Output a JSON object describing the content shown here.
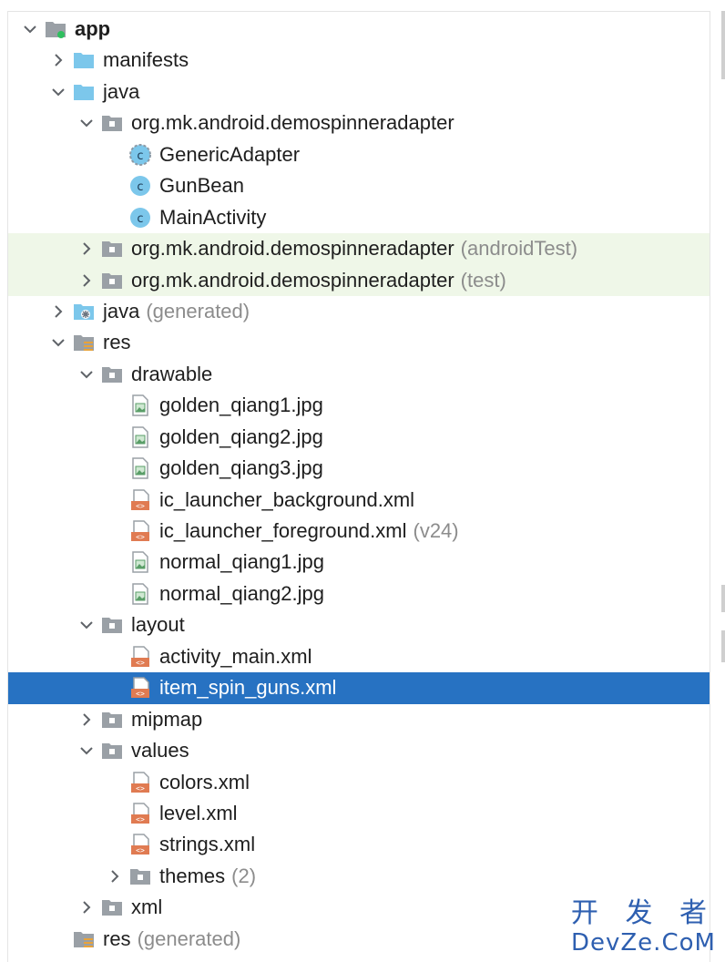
{
  "tree": {
    "rows": [
      {
        "label": "app",
        "hint": "",
        "depth": 0,
        "chevron": "down",
        "icon": "module-folder-icon",
        "bold": true
      },
      {
        "label": "manifests",
        "hint": "",
        "depth": 1,
        "chevron": "right",
        "icon": "blue-folder-icon"
      },
      {
        "label": "java",
        "hint": "",
        "depth": 1,
        "chevron": "down",
        "icon": "blue-folder-icon"
      },
      {
        "label": "org.mk.android.demospinneradapter",
        "hint": "",
        "depth": 2,
        "chevron": "down",
        "icon": "package-icon"
      },
      {
        "label": "GenericAdapter",
        "hint": "",
        "depth": 3,
        "chevron": "none",
        "icon": "abstract-class-icon"
      },
      {
        "label": "GunBean",
        "hint": "",
        "depth": 3,
        "chevron": "none",
        "icon": "class-icon"
      },
      {
        "label": "MainActivity",
        "hint": "",
        "depth": 3,
        "chevron": "none",
        "icon": "class-icon"
      },
      {
        "label": "org.mk.android.demospinneradapter",
        "hint": "(androidTest)",
        "depth": 2,
        "chevron": "right",
        "icon": "package-icon",
        "highlight": true
      },
      {
        "label": "org.mk.android.demospinneradapter",
        "hint": "(test)",
        "depth": 2,
        "chevron": "right",
        "icon": "package-icon",
        "highlight": true
      },
      {
        "label": "java",
        "hint": "(generated)",
        "depth": 1,
        "chevron": "right",
        "icon": "generated-folder-icon"
      },
      {
        "label": "res",
        "hint": "",
        "depth": 1,
        "chevron": "down",
        "icon": "resources-folder-icon"
      },
      {
        "label": "drawable",
        "hint": "",
        "depth": 2,
        "chevron": "down",
        "icon": "package-icon"
      },
      {
        "label": "golden_qiang1.jpg",
        "hint": "",
        "depth": 3,
        "chevron": "none",
        "icon": "image-file-icon"
      },
      {
        "label": "golden_qiang2.jpg",
        "hint": "",
        "depth": 3,
        "chevron": "none",
        "icon": "image-file-icon"
      },
      {
        "label": "golden_qiang3.jpg",
        "hint": "",
        "depth": 3,
        "chevron": "none",
        "icon": "image-file-icon"
      },
      {
        "label": "ic_launcher_background.xml",
        "hint": "",
        "depth": 3,
        "chevron": "none",
        "icon": "xml-file-icon"
      },
      {
        "label": "ic_launcher_foreground.xml",
        "hint": "(v24)",
        "depth": 3,
        "chevron": "none",
        "icon": "xml-file-icon"
      },
      {
        "label": "normal_qiang1.jpg",
        "hint": "",
        "depth": 3,
        "chevron": "none",
        "icon": "image-file-icon"
      },
      {
        "label": "normal_qiang2.jpg",
        "hint": "",
        "depth": 3,
        "chevron": "none",
        "icon": "image-file-icon"
      },
      {
        "label": "layout",
        "hint": "",
        "depth": 2,
        "chevron": "down",
        "icon": "package-icon"
      },
      {
        "label": "activity_main.xml",
        "hint": "",
        "depth": 3,
        "chevron": "none",
        "icon": "xml-file-icon"
      },
      {
        "label": "item_spin_guns.xml",
        "hint": "",
        "depth": 3,
        "chevron": "none",
        "icon": "xml-file-icon",
        "selected": true
      },
      {
        "label": "mipmap",
        "hint": "",
        "depth": 2,
        "chevron": "right",
        "icon": "package-icon"
      },
      {
        "label": "values",
        "hint": "",
        "depth": 2,
        "chevron": "down",
        "icon": "package-icon"
      },
      {
        "label": "colors.xml",
        "hint": "",
        "depth": 3,
        "chevron": "none",
        "icon": "xml-file-icon"
      },
      {
        "label": "level.xml",
        "hint": "",
        "depth": 3,
        "chevron": "none",
        "icon": "xml-file-icon"
      },
      {
        "label": "strings.xml",
        "hint": "",
        "depth": 3,
        "chevron": "none",
        "icon": "xml-file-icon"
      },
      {
        "label": "themes",
        "hint": "(2)",
        "depth": 3,
        "chevron": "right",
        "icon": "package-icon"
      },
      {
        "label": "xml",
        "hint": "",
        "depth": 2,
        "chevron": "right",
        "icon": "package-icon"
      },
      {
        "label": "res",
        "hint": "(generated)",
        "depth": 1,
        "chevron": "none",
        "icon": "resources-folder-icon"
      }
    ]
  },
  "watermark": {
    "top": "开 发 者",
    "bottom": "DevZe.CoM"
  },
  "colors": {
    "selection": "#2772c2",
    "highlight": "#eff7e8",
    "folder_blue": "#7cc7eb",
    "hint": "#8c8c8c"
  }
}
